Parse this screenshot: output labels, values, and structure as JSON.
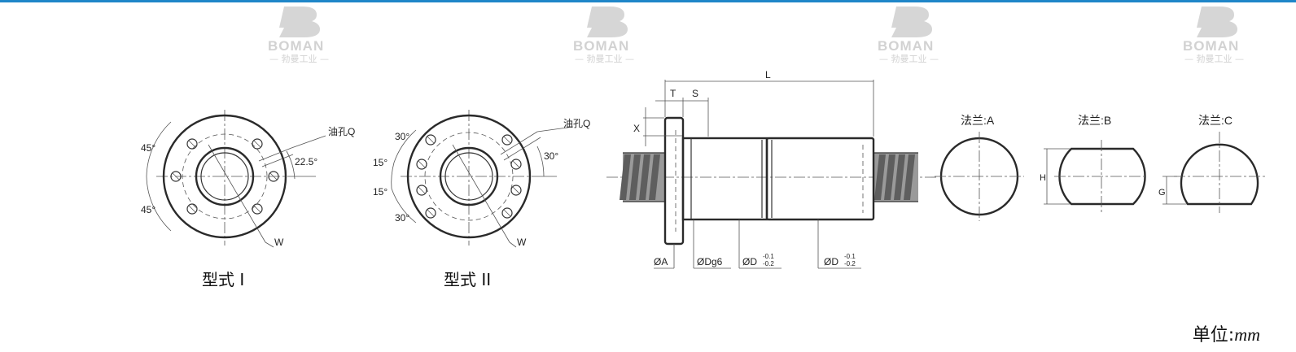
{
  "watermark": {
    "brand": "BOMAN",
    "sub": "— 勃曼工业 —"
  },
  "flange_type_1": {
    "title": "型式 I",
    "angle_top": "45°",
    "angle_bottom": "45°",
    "angle_right": "22.5°",
    "oil_hole": "油孔Q",
    "width": "W"
  },
  "flange_type_2": {
    "title": "型式 II",
    "angle_top": "30°",
    "angle_upper_mid": "15°",
    "angle_lower_mid": "15°",
    "angle_bottom": "30°",
    "angle_right": "30°",
    "oil_hole": "油孔Q",
    "width": "W"
  },
  "side_view": {
    "length": "L",
    "flange_thickness": "T",
    "step": "S",
    "offset": "X",
    "dia_flange": "ØA",
    "dia_g6": "ØDg6",
    "dia_d1": "ØD",
    "dia_d2": "ØD",
    "tol_upper": "-0.1",
    "tol_lower": "-0.2"
  },
  "flange_shapes": {
    "a_label": "法兰:A",
    "b_label": "法兰:B",
    "c_label": "法兰:C",
    "h_label": "H",
    "g_label": "G"
  },
  "unit": {
    "prefix": "单位:",
    "value": "mm"
  }
}
